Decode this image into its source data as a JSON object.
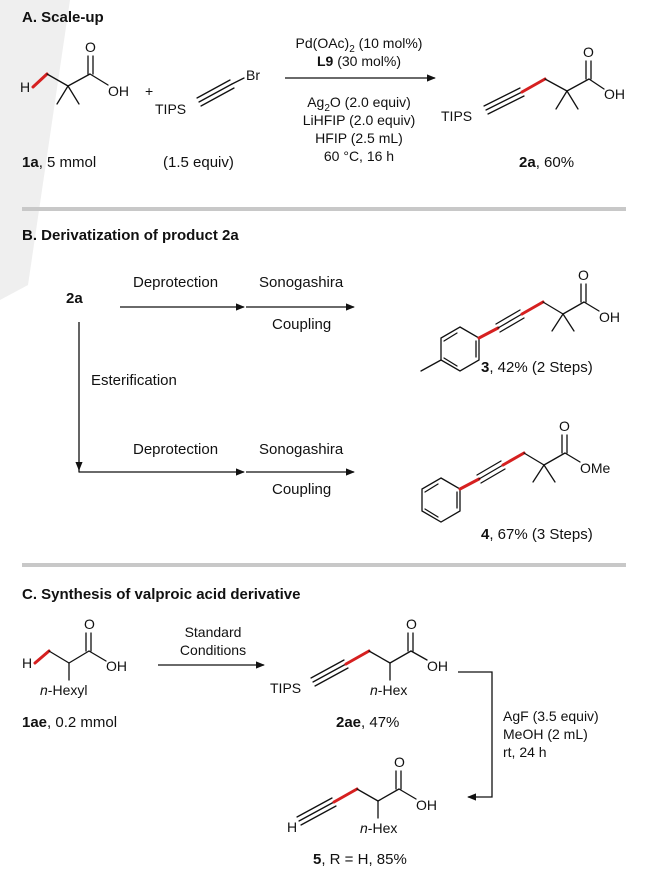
{
  "section_a": {
    "title": "A. Scale-up",
    "reactant1": {
      "H": "H",
      "O": "O",
      "OH": "OH",
      "label_bold": "1a",
      "label_rest": ", 5 mmol"
    },
    "plus": "+",
    "reactant2": {
      "Br": "Br",
      "TIPS": "TIPS",
      "label": "(1.5 equiv)"
    },
    "conditions_above": {
      "line1_pre": "Pd(OAc)",
      "line1_sub": "2",
      "line1_post": " (10 mol%)",
      "line2_bold": "L9",
      "line2_rest": " (30 mol%)"
    },
    "conditions_below": {
      "line1_pre": "Ag",
      "line1_sub": "2",
      "line1_post": "O (2.0 equiv)",
      "line2": "LiHFIP (2.0 equiv)",
      "line3": "HFIP (2.5 mL)",
      "line4": "60 °C, 16 h"
    },
    "product": {
      "TIPS": "TIPS",
      "O": "O",
      "OH": "OH",
      "label_bold": "2a",
      "label_rest": ", 60%"
    }
  },
  "section_b": {
    "title": "B. Derivatization of product 2a",
    "start": "2a",
    "step1": "Deprotection",
    "step2_line1": "Sonogashira",
    "step2_line2": "Coupling",
    "esterification": "Esterification",
    "product3": {
      "O": "O",
      "OH": "OH",
      "label_bold": "3",
      "label_rest": ", 42% (2 Steps)"
    },
    "product4": {
      "O": "O",
      "OMe": "OMe",
      "label_bold": "4",
      "label_rest": ", 67% (3 Steps)"
    }
  },
  "section_c": {
    "title": "C. Synthesis of valproic acid derivative",
    "reactant": {
      "H": "H",
      "O": "O",
      "OH": "OH",
      "chain": "n",
      "chain_rest": "-Hexyl",
      "label_bold": "1ae",
      "label_rest": ", 0.2 mmol"
    },
    "conditions": {
      "line1": "Standard",
      "line2": "Conditions"
    },
    "intermediate": {
      "TIPS": "TIPS",
      "O": "O",
      "OH": "OH",
      "chain": "n",
      "chain_rest": "-Hex",
      "label_bold": "2ae",
      "label_rest": ", 47%"
    },
    "deprotect": {
      "line1": "AgF (3.5 equiv)",
      "line2": "MeOH (2 mL)",
      "line3": "rt, 24 h"
    },
    "product": {
      "H": "H",
      "O": "O",
      "OH": "OH",
      "chain": "n",
      "chain_rest": "-Hex",
      "label_bold": "5",
      "label_rest": ", R = H, 85%"
    }
  },
  "colors": {
    "highlight_bond": "#d62020",
    "divider": "#c8c8c8",
    "ink": "#111111"
  }
}
